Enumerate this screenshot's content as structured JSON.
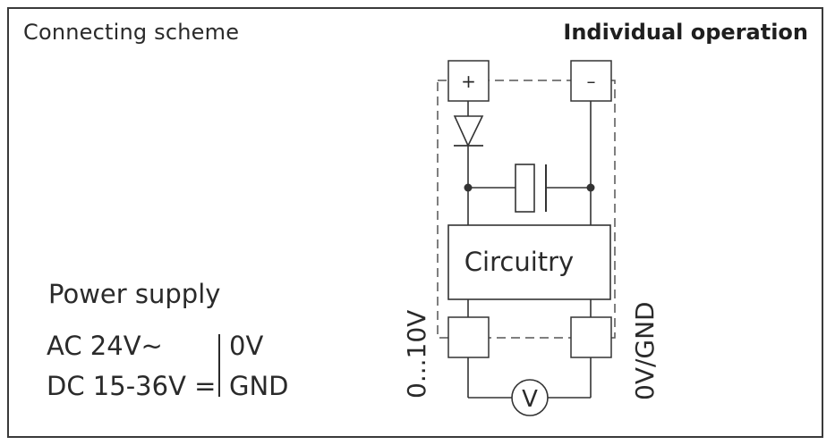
{
  "header": {
    "title": "Connecting scheme",
    "mode": "Individual operation"
  },
  "power_supply": {
    "title": "Power supply",
    "ac_label": "AC 24V~",
    "dc_label": "DC 15-36V =",
    "zero_label": "0V",
    "gnd_label": "GND"
  },
  "diagram": {
    "plus_terminal": "+",
    "minus_terminal": "–",
    "circuit_label": "Circuitry",
    "meter_label": "V",
    "left_output_label": "0...10V",
    "right_output_label": "0V/GND"
  }
}
